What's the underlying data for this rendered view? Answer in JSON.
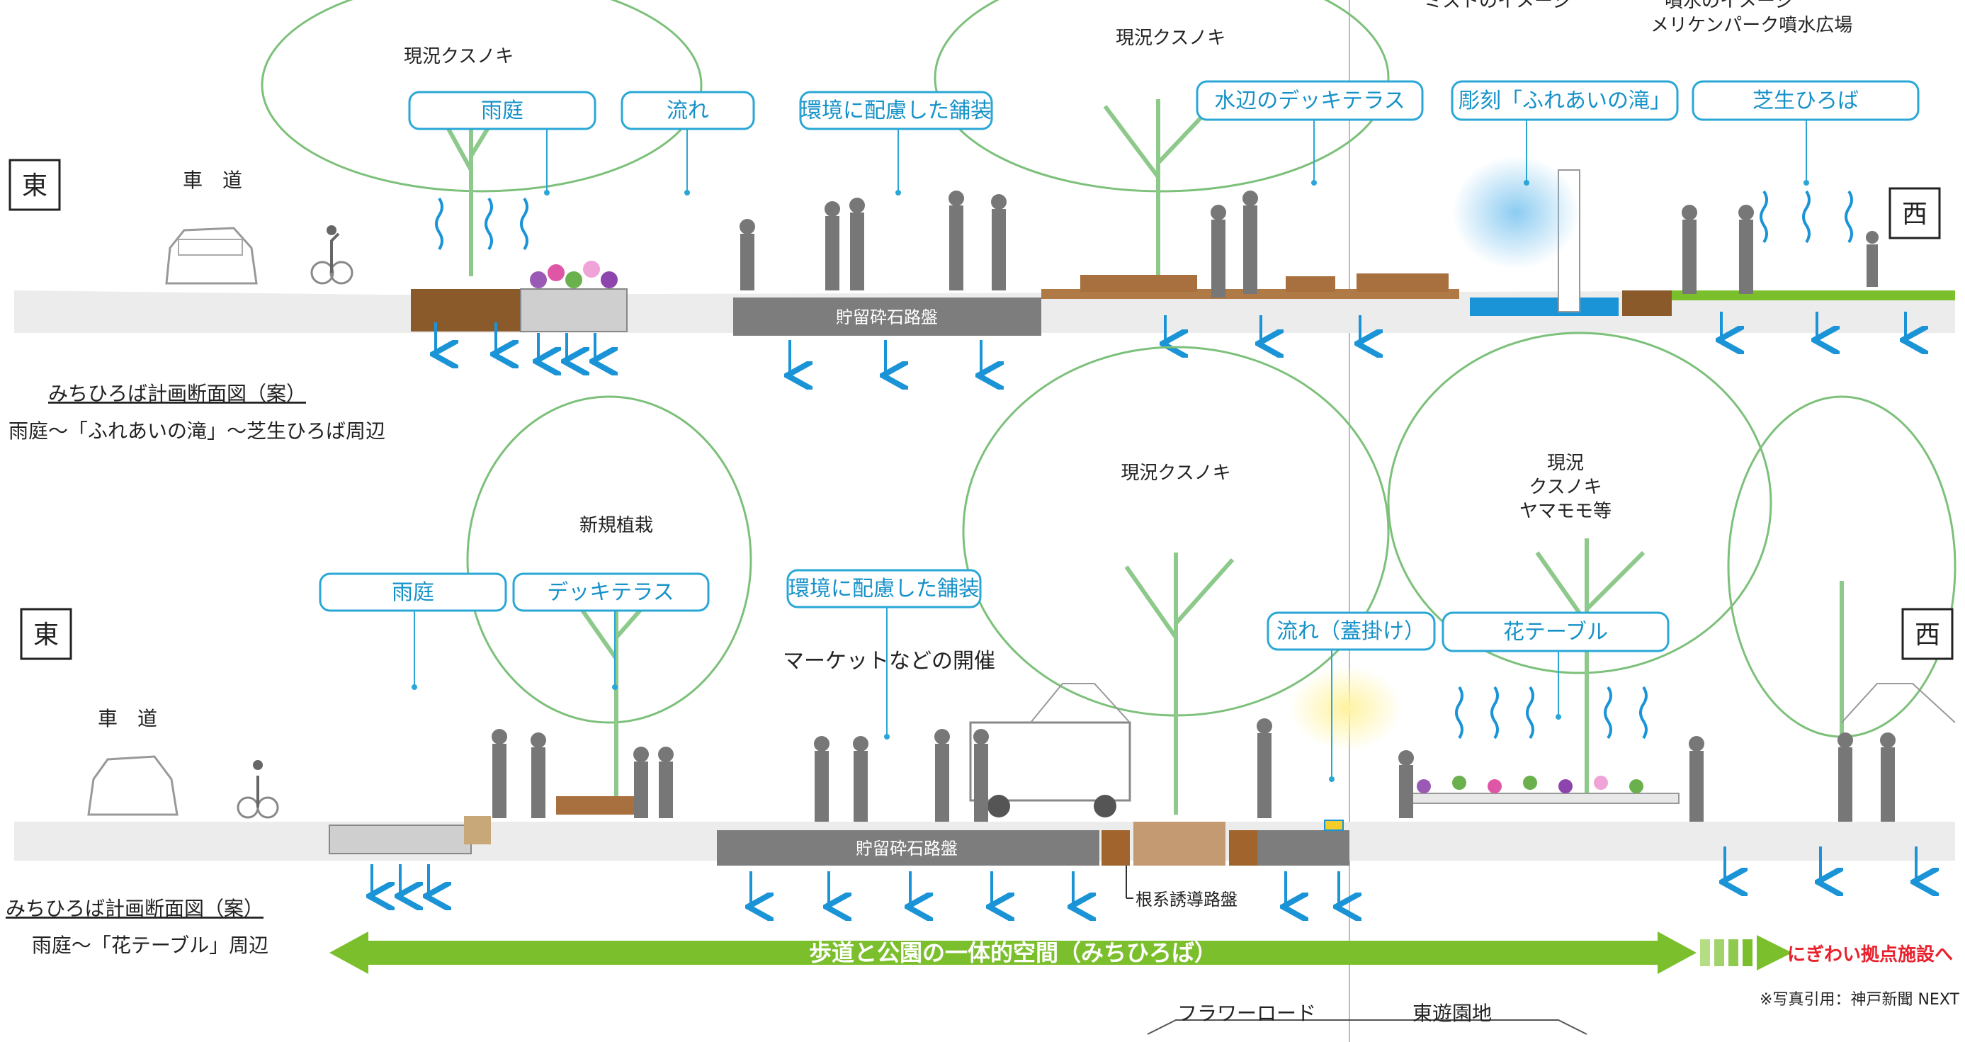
{
  "colors": {
    "callout": "#2aa7d6",
    "callout_text": "#1591c8",
    "water": "#1a94d6",
    "green_band": "#7cbf2d",
    "red_text": "#e8212d",
    "road": "#dcdcdc",
    "storage": "#888888"
  },
  "top_section": {
    "captions": [
      "ミストのイメージ",
      "噴水のイメージ",
      "メリケンパーク噴水広場"
    ],
    "tree_labels": [
      "現況クスノキ",
      "現況クスノキ"
    ],
    "east": "東",
    "west": "西",
    "road_label": "車　道",
    "callouts": [
      "雨庭",
      "流れ",
      "環境に配慮した舗装",
      "水辺のデッキテラス",
      "彫刻「ふれあいの滝」",
      "芝生ひろば"
    ],
    "storage_label": "貯留砕石路盤",
    "plan_title": "みちひろば計画断面図（案）",
    "plan_subtitle": "雨庭～「ふれあいの滝」～芝生ひろば周辺"
  },
  "bottom_section": {
    "tree_labels": [
      "新規植栽",
      "現況クスノキ",
      "現況",
      "クスノキ",
      "ヤマモモ等"
    ],
    "east": "東",
    "west": "西",
    "road_label": "車　道",
    "callouts": [
      "雨庭",
      "デッキテラス",
      "環境に配慮した舗装",
      "流れ（蓋掛け）",
      "花テーブル"
    ],
    "market_label": "マーケットなどの開催",
    "storage_label": "貯留砕石路盤",
    "root_label": "根系誘導路盤",
    "plan_title": "みちひろば計画断面図（案）",
    "plan_subtitle": "雨庭～「花テーブル」周辺"
  },
  "footer": {
    "band_label": "歩道と公園の一体的空間（みちひろば）",
    "destination": "にぎわい拠点施設へ",
    "credit": "※写真引用：神戸新聞 NEXT",
    "zone_left": "フラワーロード",
    "zone_right": "東遊園地"
  }
}
